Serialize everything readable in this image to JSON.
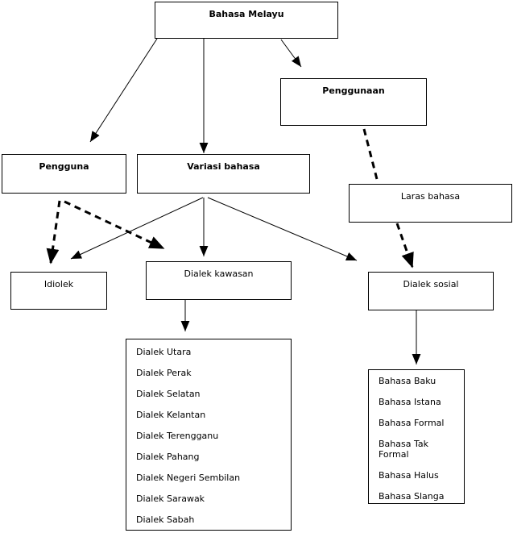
{
  "diagram": {
    "title": "Bahasa Melayu variation concept map",
    "colors": {
      "line": "#000000",
      "background": "#ffffff",
      "text": "#000000"
    },
    "nodes": {
      "bahasa_melayu": {
        "label": "Bahasa Melayu"
      },
      "penggunaan": {
        "label": "Penggunaan"
      },
      "pengguna": {
        "label": "Pengguna"
      },
      "variasi_bahasa": {
        "label": "Variasi bahasa"
      },
      "laras_bahasa": {
        "label": "Laras bahasa"
      },
      "idiolek": {
        "label": "Idiolek"
      },
      "dialek_kawasan": {
        "label": "Dialek kawasan"
      },
      "dialek_sosial": {
        "label": "Dialek sosial"
      }
    },
    "lists": {
      "dialek_kawasan_items": [
        "Dialek Utara",
        "Dialek Perak",
        "Dialek Selatan",
        "Dialek Kelantan",
        "Dialek Terengganu",
        "Dialek Pahang",
        "Dialek Negeri Sembilan",
        "Dialek Sarawak",
        "Dialek Sabah"
      ],
      "dialek_sosial_items": [
        "Bahasa  Baku",
        "Bahasa Istana",
        "Bahasa Formal",
        "Bahasa Tak\nFormal",
        "Bahasa Halus",
        "Bahasa Slanga"
      ]
    },
    "edges": [
      {
        "from": "bahasa_melayu",
        "to": "pengguna",
        "style": "solid-thin"
      },
      {
        "from": "bahasa_melayu",
        "to": "variasi_bahasa",
        "style": "solid-thin"
      },
      {
        "from": "bahasa_melayu",
        "to": "penggunaan",
        "style": "solid-thin"
      },
      {
        "from": "penggunaan",
        "to": "laras_bahasa",
        "style": "dashed-bold"
      },
      {
        "from": "laras_bahasa",
        "to": "dialek_sosial",
        "style": "dashed-bold"
      },
      {
        "from": "pengguna",
        "to": "idiolek",
        "style": "dashed-bold"
      },
      {
        "from": "pengguna",
        "to": "dialek_kawasan",
        "style": "dashed-bold"
      },
      {
        "from": "variasi_bahasa",
        "to": "idiolek",
        "style": "solid-thin"
      },
      {
        "from": "variasi_bahasa",
        "to": "dialek_kawasan",
        "style": "solid-thin"
      },
      {
        "from": "variasi_bahasa",
        "to": "dialek_sosial",
        "style": "solid-thin"
      },
      {
        "from": "dialek_kawasan",
        "to": "dialek_kawasan_list",
        "style": "solid-thin"
      },
      {
        "from": "dialek_sosial",
        "to": "dialek_sosial_list",
        "style": "solid-thin"
      }
    ]
  }
}
